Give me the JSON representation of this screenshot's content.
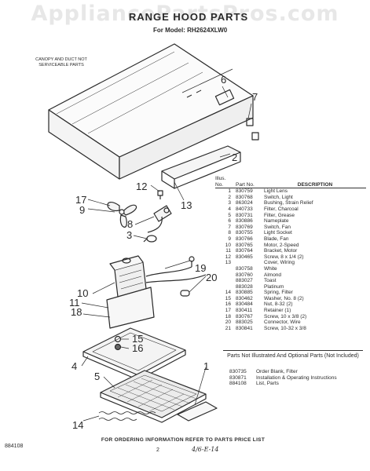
{
  "watermark": "AppliancePartsPros.com",
  "title": "RANGE HOOD PARTS",
  "model_line": "For Model: RH2624XLW0",
  "canopy_note": "CANOPY AND DUCT NOT SERVICEABLE PARTS",
  "callouts": {
    "c1": "1",
    "c2": "2",
    "c3": "3",
    "c4": "4",
    "c5": "5",
    "c6": "6",
    "c7": "7",
    "c8": "8",
    "c9": "9",
    "c10": "10",
    "c11": "11",
    "c12": "12",
    "c13": "13",
    "c14": "14",
    "c15": "15",
    "c16": "16",
    "c17": "17",
    "c18": "18",
    "c19": "19",
    "c20": "20"
  },
  "parts_table": {
    "headers": {
      "illus": "Illus. No.",
      "part": "Part No.",
      "description": "DESCRIPTION"
    },
    "rows": [
      {
        "illus": "1",
        "part": "830759",
        "desc": "Light Lens"
      },
      {
        "illus": "2",
        "part": "830768",
        "desc": "Switch, Light"
      },
      {
        "illus": "3",
        "part": "863024",
        "desc": "Bushing, Strain Relief"
      },
      {
        "illus": "4",
        "part": "840733",
        "desc": "Filter, Charcoal"
      },
      {
        "illus": "5",
        "part": "830731",
        "desc": "Filter, Grease"
      },
      {
        "illus": "6",
        "part": "830886",
        "desc": "Nameplate"
      },
      {
        "illus": "7",
        "part": "830769",
        "desc": "Switch, Fan"
      },
      {
        "illus": "8",
        "part": "830755",
        "desc": "Light Socket"
      },
      {
        "illus": "9",
        "part": "830766",
        "desc": "Blade, Fan"
      },
      {
        "illus": "10",
        "part": "830765",
        "desc": "Motor, 2-Speed"
      },
      {
        "illus": "11",
        "part": "830764",
        "desc": "Bracket, Motor"
      },
      {
        "illus": "12",
        "part": "830465",
        "desc": "Screw, 8 x 1/4 (2)"
      },
      {
        "illus": "13",
        "part": "",
        "desc": "Cover, Wiring"
      },
      {
        "illus": "",
        "part": "830758",
        "desc": "White"
      },
      {
        "illus": "",
        "part": "830760",
        "desc": "Almond"
      },
      {
        "illus": "",
        "part": "883027",
        "desc": "Toast"
      },
      {
        "illus": "",
        "part": "883028",
        "desc": "Platinum"
      },
      {
        "illus": "14",
        "part": "830885",
        "desc": "Spring, Filter"
      },
      {
        "illus": "15",
        "part": "830462",
        "desc": "Washer, No. 8 (2)"
      },
      {
        "illus": "16",
        "part": "830484",
        "desc": "Nut, 8-32 (2)"
      },
      {
        "illus": "17",
        "part": "830411",
        "desc": "Retainer (1)"
      },
      {
        "illus": "18",
        "part": "830767",
        "desc": "Screw, 10 x 3/8 (2)"
      },
      {
        "illus": "20",
        "part": "883025",
        "desc": "Connector, Wire"
      },
      {
        "illus": "21",
        "part": "830841",
        "desc": "Screw, 10-32 x 3/8"
      }
    ]
  },
  "notice": "Parts Not Illustrated And Optional Parts (Not Included)",
  "extra_parts": [
    {
      "part": "830735",
      "desc": "Order Blank, Filter"
    },
    {
      "part": "830871",
      "desc": "Installation & Operating Instructions"
    },
    {
      "part": "884108",
      "desc": "List, Parts"
    }
  ],
  "footer_note": "FOR ORDERING INFORMATION REFER TO PARTS PRICE LIST",
  "doc_number": "884108",
  "page_number": "2",
  "handwritten": "4/6-E-14"
}
